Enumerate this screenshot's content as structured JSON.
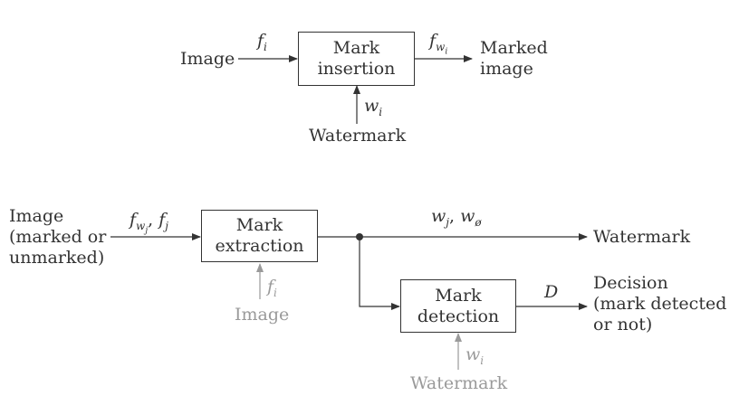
{
  "insertion": {
    "input_label": "Image",
    "input_signal": {
      "base": "f",
      "sub": "i"
    },
    "box_line1": "Mark",
    "box_line2": "insertion",
    "output_signal": {
      "base": "f",
      "sub": "w",
      "subsub": "i"
    },
    "output_line1": "Marked",
    "output_line2": "image",
    "key_signal": {
      "base": "w",
      "sub": "i"
    },
    "key_label": "Watermark"
  },
  "extraction": {
    "input_line1": "Image",
    "input_line2": "(marked or",
    "input_line3": "unmarked)",
    "input_signal": {
      "a_base": "f",
      "a_sub": "w",
      "a_subsub": "j",
      "sep": ",",
      "b_base": "f",
      "b_sub": "j"
    },
    "box_line1": "Mark",
    "box_line2": "extraction",
    "ref_signal": {
      "base": "f",
      "sub": "i"
    },
    "ref_label": "Image",
    "output_signal": {
      "a_base": "w",
      "a_sub": "j",
      "sep": ",",
      "b_base": "w",
      "b_sub": "ø"
    },
    "output_label": "Watermark"
  },
  "detection": {
    "box_line1": "Mark",
    "box_line2": "detection",
    "output_signal": "D",
    "decision_line1": "Decision",
    "decision_line2": "(mark detected",
    "decision_line3": "or not)",
    "key_signal": {
      "base": "w",
      "sub": "i"
    },
    "key_label": "Watermark"
  },
  "colors": {
    "main": "#333333",
    "reference": "#9a9a9a"
  }
}
